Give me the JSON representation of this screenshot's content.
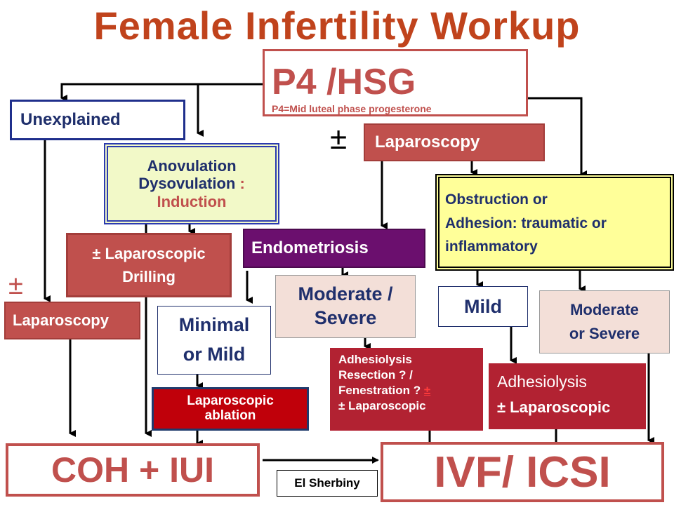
{
  "title": "Female Infertility  Workup",
  "p4": {
    "title": "P4 /HSG",
    "subtitle": "P4=Mid luteal phase progesterone"
  },
  "plusminus": "±",
  "unexplained": "Unexplained",
  "anovulation": {
    "line1": "Anovulation",
    "line2": "Dysovulation",
    "colon": " :",
    "line3": "Induction"
  },
  "lap_top": "Laparoscopy",
  "obstruction": {
    "line1": "Obstruction or",
    "line2": "Adhesion: traumatic or",
    "line3": "inflammatory"
  },
  "drilling": {
    "line1": "± Laparoscopic",
    "line2": "Drilling"
  },
  "endometriosis": "Endometriosis",
  "lap_left": "Laparoscopy",
  "mod_severe": {
    "line1": "Moderate /",
    "line2": "Severe"
  },
  "mild": "Mild",
  "mod_or_severe": {
    "line1": "Moderate",
    "line2": "or Severe"
  },
  "minimal": {
    "line1": "Minimal",
    "line2": "or Mild"
  },
  "adhesiolysis_mid": {
    "line1": "Adhesiolysis",
    "line2": "Resection ? /",
    "line3": "Fenestration ? ",
    "line3_pm": "±",
    "line4": "± Laparoscopic"
  },
  "adhesiolysis_right": {
    "line1": "Adhesiolysis",
    "line2": "± Laparoscopic"
  },
  "ablation": {
    "line1": "Laparoscopic",
    "line2": "ablation"
  },
  "coh": "COH + IUI",
  "ivf": "IVF/ ICSI",
  "credit": "El Sherbiny",
  "colors": {
    "dark_red": "#c0504d",
    "crimson": "#b22232",
    "blue": "#1f2f8c",
    "yellow": "#ffff99",
    "light_green": "#f2f9c8",
    "purple": "#6b0f6e",
    "beige": "#f3dfd8",
    "title_red": "#c0431c"
  }
}
